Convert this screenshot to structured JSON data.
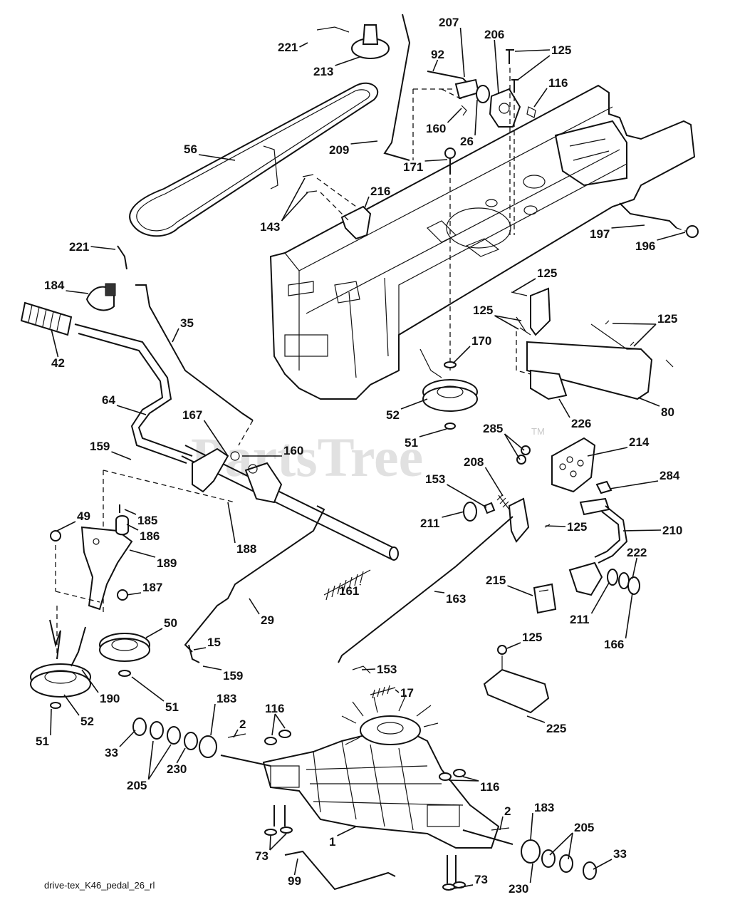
{
  "caption": "drive-tex_K46_pedal_26_rl",
  "watermark": "PartsTree",
  "watermark_tm": "TM",
  "callouts": [
    "221",
    "213",
    "207",
    "92",
    "206",
    "125",
    "116",
    "160",
    "26",
    "56",
    "209",
    "171",
    "216",
    "143",
    "197",
    "196",
    "221",
    "184",
    "35",
    "125",
    "125",
    "125",
    "42",
    "170",
    "80",
    "64",
    "52",
    "226",
    "167",
    "51",
    "285",
    "214",
    "159",
    "160",
    "284",
    "208",
    "153",
    "185",
    "211",
    "125",
    "210",
    "49",
    "186",
    "188",
    "189",
    "222",
    "161",
    "187",
    "215",
    "163",
    "211",
    "29",
    "50",
    "166",
    "15",
    "125",
    "159",
    "153",
    "190",
    "51",
    "17",
    "52",
    "183",
    "2",
    "116",
    "225",
    "51",
    "33",
    "205",
    "230",
    "116",
    "183",
    "2",
    "205",
    "73",
    "1",
    "33",
    "73",
    "99",
    "230"
  ],
  "colors": {
    "ink": "#111111",
    "watermark": "#c9c9c9",
    "background": "#ffffff"
  }
}
